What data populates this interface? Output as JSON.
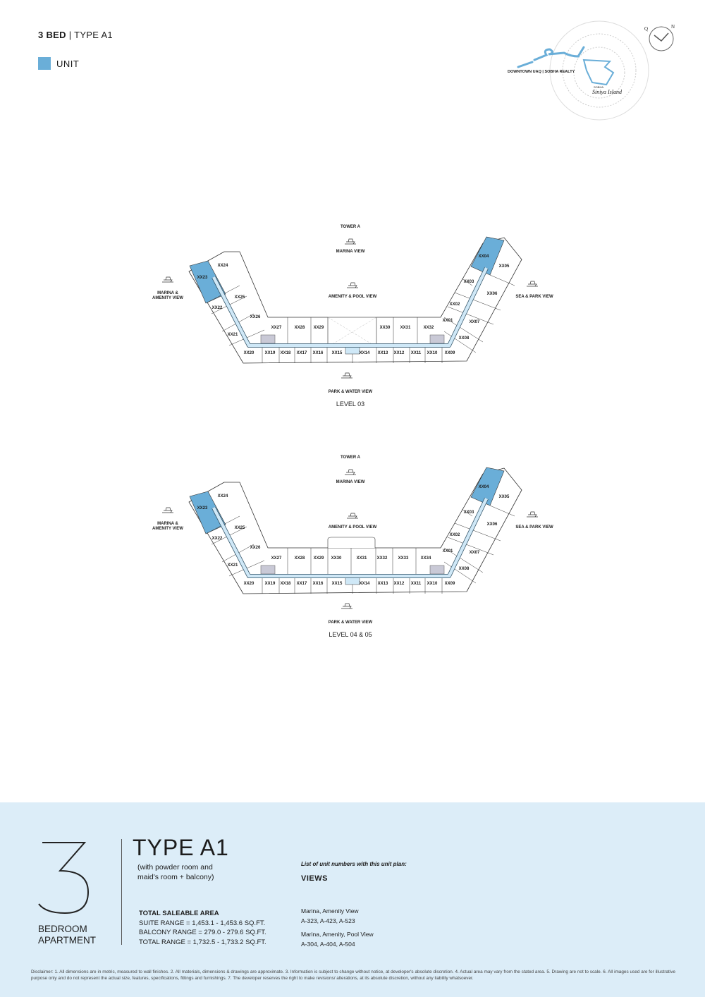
{
  "header": {
    "bed": "3 BED",
    "separator": "|",
    "type": "TYPE A1"
  },
  "legend": {
    "label": "UNIT",
    "color": "#6aaed8"
  },
  "logo": {
    "developer": "DOWNTOWN UAQ | SOBHA REALTY",
    "brand_small": "SOBHA",
    "brand_script": "Siniya Island",
    "compass_left": "Q",
    "compass_right": "N"
  },
  "colors": {
    "unit": "#6aaed8",
    "corridor": "#cfe8f7",
    "core": "#c9c9d6",
    "panel": "#dcedf8"
  },
  "plans": [
    {
      "tower": "TOWER A",
      "level": "LEVEL 03",
      "views": {
        "top": "MARINA VIEW",
        "center": "AMENITY & POOL VIEW",
        "left": "MARINA & AMENITY VIEW",
        "right": "SEA & PARK VIEW",
        "bottom": "PARK & WATER VIEW"
      },
      "top_row": [
        "XX27",
        "XX28",
        "XX29",
        "",
        "XX30",
        "XX31",
        "XX32"
      ],
      "bottom_row": [
        "XX20",
        "XX19",
        "XX18",
        "XX17",
        "XX16",
        "XX15",
        "XX14",
        "XX13",
        "XX12",
        "XX11",
        "XX10",
        "XX09"
      ],
      "left_wing": [
        "XX24",
        "XX23",
        "XX25",
        "XX22",
        "XX26",
        "XX21"
      ],
      "right_wing": [
        "XX04",
        "XX05",
        "XX03",
        "XX06",
        "XX02",
        "XX07",
        "XX01",
        "XX08"
      ],
      "has_void": true
    },
    {
      "tower": "TOWER A",
      "level": "LEVEL 04 & 05",
      "views": {
        "top": "MARINA VIEW",
        "center": "AMENITY & POOL VIEW",
        "left": "MARINA & AMENITY VIEW",
        "right": "SEA & PARK VIEW",
        "bottom": "PARK & WATER VIEW"
      },
      "top_row": [
        "XX27",
        "XX28",
        "XX29",
        "XX30",
        "XX31",
        "XX32",
        "XX33",
        "XX34"
      ],
      "bottom_row": [
        "XX20",
        "XX19",
        "XX18",
        "XX17",
        "XX16",
        "XX15",
        "XX14",
        "XX13",
        "XX12",
        "XX11",
        "XX10",
        "XX09"
      ],
      "left_wing": [
        "XX24",
        "XX23",
        "XX25",
        "XX22",
        "XX26",
        "XX21"
      ],
      "right_wing": [
        "XX04",
        "XX05",
        "XX03",
        "XX06",
        "XX02",
        "XX07",
        "XX01",
        "XX08"
      ],
      "has_void": false
    }
  ],
  "summary": {
    "bedrooms": "3",
    "bedroom_label_1": "BEDROOM",
    "bedroom_label_2": "APARTMENT",
    "type": "TYPE A1",
    "subtitle_1": "(with powder room and",
    "subtitle_2": "maid's room + balcony)",
    "area_title": "TOTAL SALEABLE AREA",
    "suite_range": "SUITE RANGE = 1,453.1 - 1,453.6 SQ.FT.",
    "balcony_range": "BALCONY RANGE = 279.0 - 279.6 SQ.FT.",
    "total_range": "TOTAL RANGE = 1,732.5 - 1,733.2 SQ.FT.",
    "list_title": "List of unit numbers with this unit plan:",
    "views_title": "VIEWS",
    "view_groups": [
      {
        "name": "Marina, Amenity View",
        "units": "A-323, A-423, A-523"
      },
      {
        "name": "Marina, Amenity, Pool View",
        "units": "A-304, A-404, A-504"
      }
    ]
  },
  "disclaimer": "Disclaimer: 1. All dimensions are in metric, measured to wall finishes. 2. All materials, dimensions & drawings are approximate. 3. Information is subject to change without notice, at developer's absolute discretion. 4. Actual area may vary from the stated area. 5. Drawing are not to scale. 6. All images used are for illustrative purpose only and do not represent the actual size, features, specifications, fittings and furnishings. 7. The developer reserves the right to make revisions/ alterations, at its absolute discretion, without any liability whatsoever."
}
